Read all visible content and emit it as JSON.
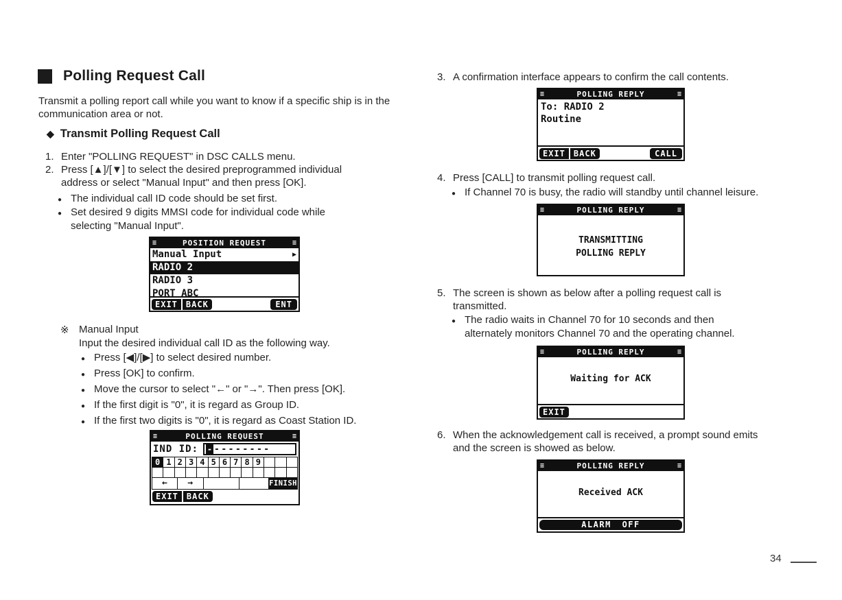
{
  "glyphs": {
    "bullet": "●",
    "menu_icon": "≡",
    "list_arrow": "▶",
    "diamond": "◆",
    "reference_mark": "※"
  },
  "header": {
    "title": "Polling Request Call"
  },
  "intro": "Transmit a polling report call while you want to know if a specific ship is in the communication area or not.",
  "subsection": {
    "title": "Transmit Polling Request Call"
  },
  "steps": {
    "s1": {
      "num": "1.",
      "text": "Enter \"POLLING REQUEST\" in DSC CALLS menu."
    },
    "s2": {
      "num": "2.",
      "text": "Press [▲]/[▼] to select the desired preprogrammed individual address or select \"Manual Input\" and then press [OK]."
    },
    "s2_bullets": [
      "The individual call ID code should be set first.",
      "Set desired 9 digits MMSI code for individual code while selecting \"Manual Input\"."
    ],
    "s3": {
      "num": "3.",
      "text": "A confirmation interface appears to confirm the call contents."
    },
    "s4": {
      "num": "4.",
      "text": "Press [CALL] to transmit polling request call."
    },
    "s4_bullet": "If Channel 70 is busy, the radio will standby until channel leisure.",
    "s5": {
      "num": "5.",
      "text": "The screen is shown as below after a polling request call is transmitted."
    },
    "s5_bullet": "The radio waits in Channel 70 for 10 seconds and then alternately monitors Channel 70 and the operating channel.",
    "s6": {
      "num": "6.",
      "text": "When the acknowledgement call is received,  a prompt sound emits and the screen is showed as below."
    }
  },
  "manual_input": {
    "title": "Manual Input",
    "lead": "Input the desired individual call ID as the following way.",
    "bullets": [
      "Press [◀]/[▶] to select desired number.",
      "Press [OK] to confirm.",
      "Move the cursor to select \"←\" or \"→\". Then press [OK].",
      "If the first digit is \"0\", it is regard as Group ID.",
      "If the first two digits is \"0\", it is regard as Coast Station ID."
    ]
  },
  "screens": {
    "position_request": {
      "title": "POSITION REQUEST",
      "items": [
        {
          "label": "Manual Input",
          "arrow": "▶"
        },
        {
          "label": "RADIO 2"
        },
        {
          "label": "RADIO 3"
        },
        {
          "label": "PORT ABC"
        }
      ],
      "selected_item": "RADIO 2",
      "softkeys": {
        "exit": "EXIT",
        "back": "BACK",
        "ent": "ENT"
      }
    },
    "polling_request": {
      "title": "POLLING REQUEST",
      "field_label": "IND ID:",
      "cursor_char": "-",
      "field_value": "--------",
      "keypad_digits": [
        "0",
        "1",
        "2",
        "3",
        "4",
        "5",
        "6",
        "7",
        "8",
        "9"
      ],
      "selected_digit": "0",
      "nav_left": "←",
      "nav_right": "→",
      "finish_label": "FINISH",
      "softkeys": {
        "exit": "EXIT",
        "back": "BACK"
      }
    },
    "reply_confirm": {
      "title": "POLLING REPLY",
      "line1": "To: RADIO 2",
      "line2": "Routine",
      "softkeys": {
        "exit": "EXIT",
        "back": "BACK",
        "call": "CALL"
      }
    },
    "reply_transmitting": {
      "title": "POLLING REPLY",
      "line1": "TRANSMITTING",
      "line2": "POLLING REPLY"
    },
    "reply_waiting": {
      "title": "POLLING REPLY",
      "line1": "Waiting for ACK",
      "softkeys": {
        "exit": "EXIT"
      }
    },
    "reply_received": {
      "title": "POLLING REPLY",
      "line1": "Received ACK",
      "alarm_label": "ALARM OFF"
    }
  },
  "footer": {
    "page_number": "34"
  }
}
